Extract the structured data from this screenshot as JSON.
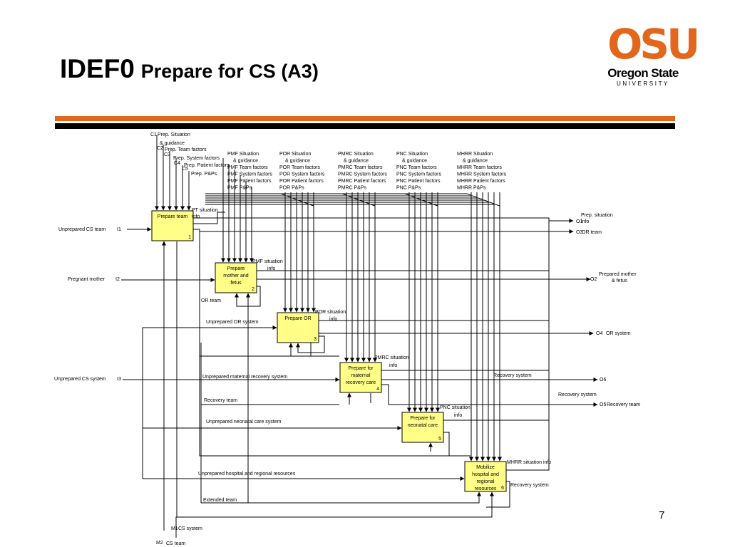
{
  "title": {
    "main": "IDEF0",
    "sub": "Prepare for CS (A3)"
  },
  "logo": {
    "abbr": "OSU",
    "name": "Oregon State",
    "university": "UNIVERSITY"
  },
  "page_number": "7",
  "activities": [
    {
      "label": [
        "Prepare team"
      ],
      "num": "1"
    },
    {
      "label": [
        "Prepare",
        "mother and",
        "fetus"
      ],
      "num": "2"
    },
    {
      "label": [
        "Prepare OR"
      ],
      "num": "3"
    },
    {
      "label": [
        "Prepare for",
        "maternal",
        "recovery care"
      ],
      "num": "4"
    },
    {
      "label": [
        "Prepare for",
        "neonatal care"
      ],
      "num": "5"
    },
    {
      "label": [
        "Mobilize",
        "hospital and",
        "regional",
        "resources"
      ],
      "num": "6"
    }
  ],
  "controls": {
    "codes": [
      "C1",
      "C2",
      "C3",
      "C4",
      "C5"
    ],
    "main_list": [
      "Prep. Situation",
      "& guidance",
      "Prep. Team factors",
      "Prep. System factors",
      "Prep. Patient factors",
      "Prep. P&Ps"
    ],
    "groups": [
      [
        "PMF Situation",
        "& guidance",
        "PMF Team factors",
        "PMF System factors",
        "PMF Patient factors",
        "PMF P&Ps"
      ],
      [
        "POR Situation",
        "& guidance",
        "POR Team factors",
        "POR System factors",
        "POR Patient factors",
        "POR P&Ps"
      ],
      [
        "PMRC Situation",
        "& guidance",
        "PMRC Team factors",
        "PMRC System factors",
        "PMRC Patient factors",
        "PMRC P&Ps"
      ],
      [
        "PNC Situation",
        "& guidance",
        "PNC Team factors",
        "PNC System factors",
        "PNC Patient factors",
        "PNC P&Ps"
      ],
      [
        "MHRR Situation",
        "& guidance",
        "MHRR Team factors",
        "MHRR System factors",
        "MHRR Patient factors",
        "MHRR P&Ps"
      ]
    ]
  },
  "inputs": [
    {
      "code": "I1",
      "label": "Unprepared CS team"
    },
    {
      "code": "I2",
      "label": "Pregnant mother"
    },
    {
      "code": "I3",
      "label": "Unprepared CS system"
    }
  ],
  "outputs": [
    {
      "code": "O1",
      "label": [
        "Prep. situation",
        "info"
      ]
    },
    {
      "code": "O3",
      "label": [
        "OR team"
      ]
    },
    {
      "code": "O2",
      "label": [
        "Prepared mother",
        "& fetus"
      ]
    },
    {
      "code": "O4",
      "label": [
        "OR system"
      ]
    },
    {
      "code": "O6",
      "label": [
        ""
      ]
    },
    {
      "code": "O5",
      "label": [
        "Recovery team"
      ]
    }
  ],
  "mechanisms": [
    {
      "code": "M1",
      "label": "CS system"
    },
    {
      "code": "M2",
      "label": "CS team"
    }
  ],
  "flow_labels": {
    "pt_situation": [
      "PT situation",
      "info"
    ],
    "pmf_situation": [
      "PMF situation",
      "info"
    ],
    "por_situation": [
      "POR situation",
      "info"
    ],
    "pmrc_situation": [
      "PMRC situation",
      "info"
    ],
    "pnc_situation": [
      "PNC situation",
      "info"
    ],
    "mhrr_situation": "MHRR situation info",
    "or_team": "OR team",
    "unprepared_or_system": "Unprepared OR system",
    "unprepared_maternal": "Unprepared maternal recovery system",
    "recovery_system_1": "Recovery system",
    "recovery_system_2": "Recovery system",
    "recovery_system_3": "Recovery system",
    "recovery_team": "Recovery team",
    "recovery_team_2": "Recovery team",
    "unprepared_neonatal": "Unprepared neonatal care system",
    "unprepared_hospital": "Unprepared hospital and regional resources",
    "extended_team": "Extended team"
  },
  "colors": {
    "box_fill": "#ffff88",
    "accent": "#e2671c"
  }
}
